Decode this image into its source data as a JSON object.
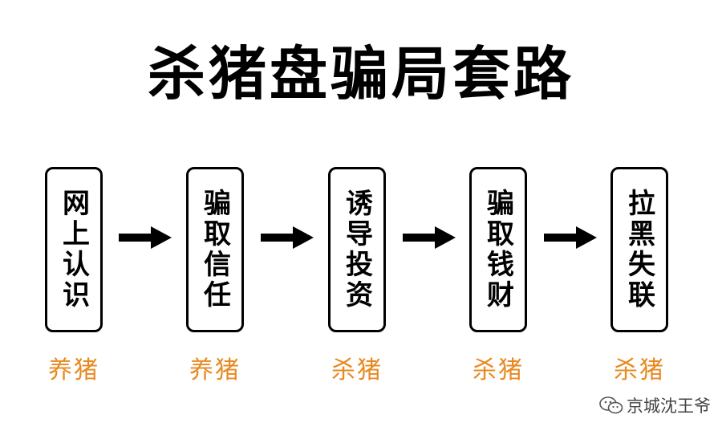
{
  "title": "杀猪盘骗局套路",
  "steps": [
    {
      "label": "网上认识",
      "stage": "养猪"
    },
    {
      "label": "骗取信任",
      "stage": "养猪"
    },
    {
      "label": "诱导投资",
      "stage": "杀猪"
    },
    {
      "label": "骗取钱财",
      "stage": "杀猪"
    },
    {
      "label": "拉黑失联",
      "stage": "杀猪"
    }
  ],
  "watermark": {
    "text": "京城沈王爷",
    "icon": "wechat-icon"
  },
  "colors": {
    "text": "#000000",
    "stage": "#e8891f",
    "background": "#ffffff"
  }
}
